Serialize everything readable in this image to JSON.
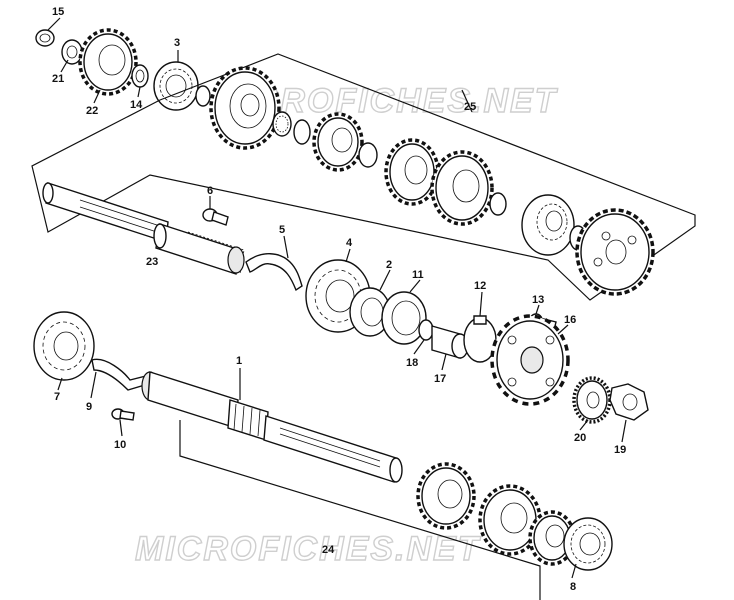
{
  "watermarks": {
    "top": "MICROFICHES.NET",
    "bottom": "MICROFICHES.NET"
  },
  "callouts": [
    {
      "id": "c1",
      "text": "1"
    },
    {
      "id": "c2",
      "text": "2"
    },
    {
      "id": "c3",
      "text": "3"
    },
    {
      "id": "c4",
      "text": "4"
    },
    {
      "id": "c5",
      "text": "5"
    },
    {
      "id": "c6",
      "text": "6"
    },
    {
      "id": "c7",
      "text": "7"
    },
    {
      "id": "c8",
      "text": "8"
    },
    {
      "id": "c9",
      "text": "9"
    },
    {
      "id": "c10",
      "text": "10"
    },
    {
      "id": "c11",
      "text": "11"
    },
    {
      "id": "c12",
      "text": "12"
    },
    {
      "id": "c13",
      "text": "13"
    },
    {
      "id": "c14",
      "text": "14"
    },
    {
      "id": "c15",
      "text": "15"
    },
    {
      "id": "c16",
      "text": "16"
    },
    {
      "id": "c17",
      "text": "17"
    },
    {
      "id": "c18",
      "text": "18"
    },
    {
      "id": "c19",
      "text": "19"
    },
    {
      "id": "c20",
      "text": "20"
    },
    {
      "id": "c21",
      "text": "21"
    },
    {
      "id": "c22",
      "text": "22"
    },
    {
      "id": "c23",
      "text": "23"
    },
    {
      "id": "c24",
      "text": "24"
    },
    {
      "id": "c25",
      "text": "25"
    }
  ]
}
